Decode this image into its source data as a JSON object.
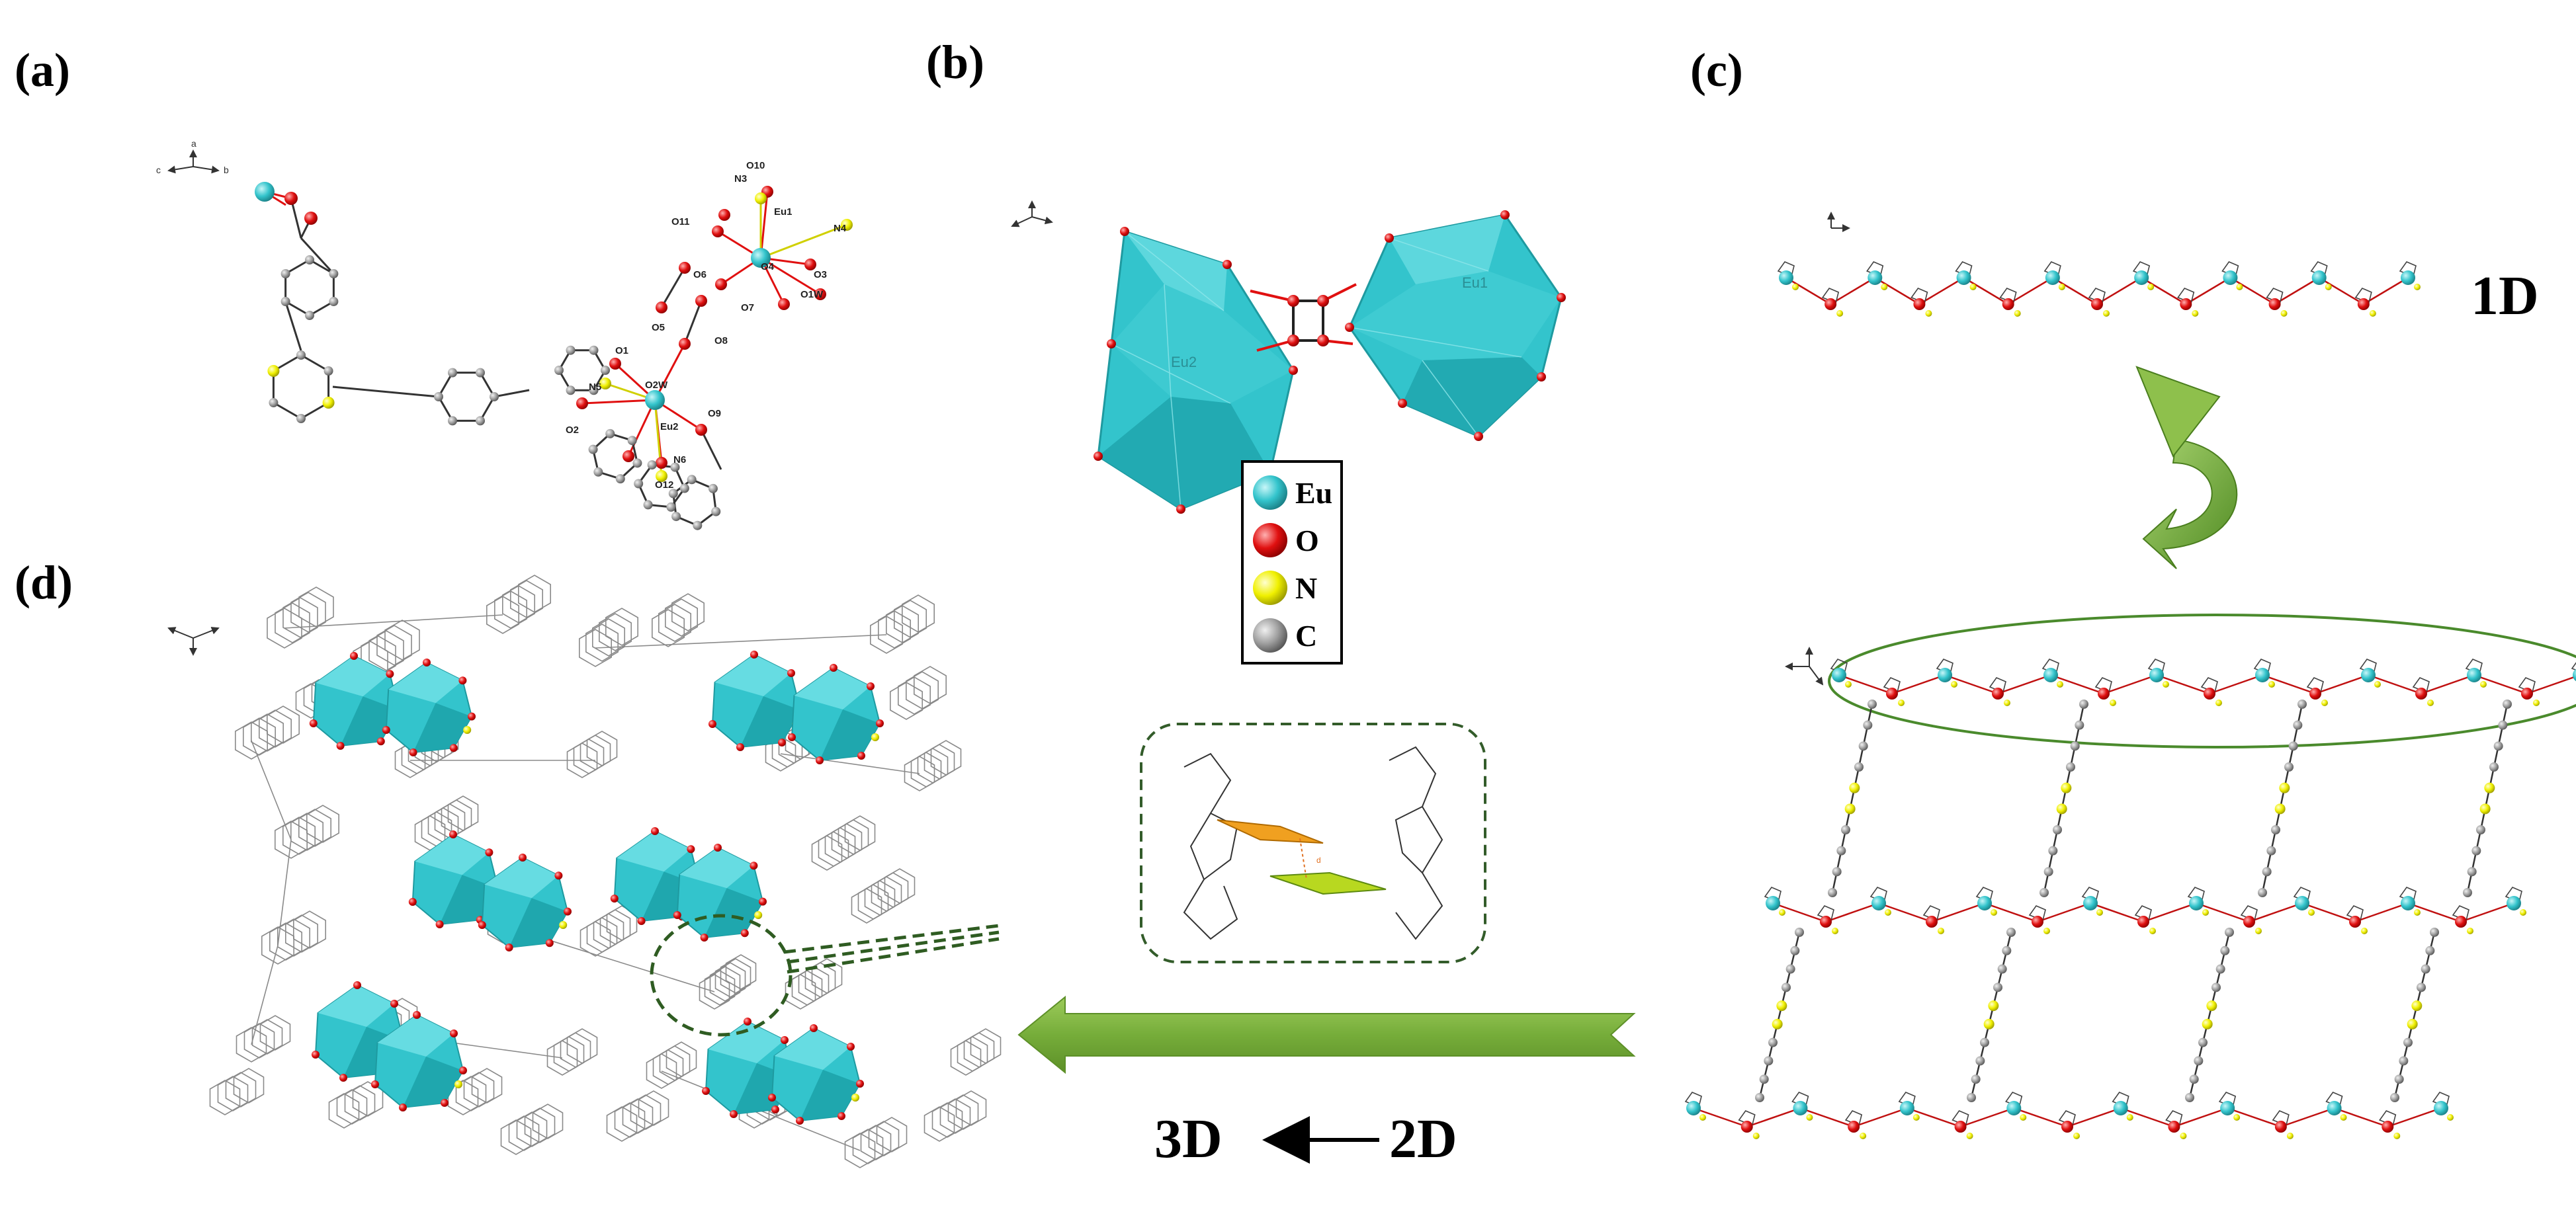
{
  "panels": {
    "a": "(a)",
    "b": "(b)",
    "c": "(c)",
    "d": "(d)"
  },
  "dimensions": {
    "one_d": "1D",
    "three_d": "3D",
    "two_d": "2D"
  },
  "legend": {
    "items": [
      {
        "symbol": "Eu",
        "color": "#33c4cc"
      },
      {
        "symbol": "O",
        "color": "#e01010"
      },
      {
        "symbol": "N",
        "color": "#f0f000"
      },
      {
        "symbol": "C",
        "color": "#909090"
      }
    ]
  },
  "atom_labels": [
    "O10",
    "N3",
    "O11",
    "Eu1",
    "N4",
    "O6",
    "O4",
    "O3",
    "O1W",
    "O7",
    "O5",
    "O8",
    "O1",
    "N5",
    "O2W",
    "O9",
    "O2",
    "Eu2",
    "N6",
    "O12"
  ],
  "polyhedron_labels": {
    "left": "Eu2",
    "right": "Eu1"
  },
  "axes": [
    "a",
    "b",
    "c"
  ],
  "colors": {
    "eu": "#33c4cc",
    "oxygen": "#e01010",
    "nitrogen": "#f0f000",
    "carbon": "#6e6e6e",
    "arrow_green": "#78b03c",
    "ring_green": "#4a8a2c"
  }
}
